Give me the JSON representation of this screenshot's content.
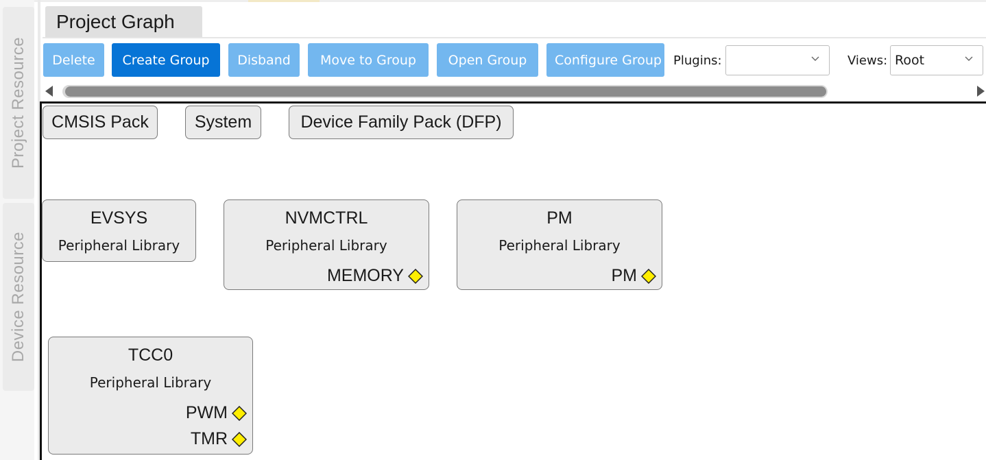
{
  "side_tabs": {
    "project_resource": "Project Resource",
    "device_resource": "Device Resource"
  },
  "header": {
    "title": "Project Graph"
  },
  "toolbar": {
    "delete": "Delete",
    "create_group": "Create Group",
    "disband": "Disband",
    "move_to_group": "Move to Group",
    "open_group": "Open Group",
    "configure_group": "Configure Group",
    "plugins_label": "Plugins:",
    "plugins_value": "",
    "views_label": "Views:",
    "views_value": "Root"
  },
  "groups": {
    "cmsis": "CMSIS Pack",
    "system": "System",
    "dfp": "Device Family Pack (DFP)"
  },
  "nodes": {
    "evsys": {
      "title": "EVSYS",
      "subtitle": "Peripheral Library"
    },
    "nvmctrl": {
      "title": "NVMCTRL",
      "subtitle": "Peripheral Library",
      "port": "MEMORY"
    },
    "pm": {
      "title": "PM",
      "subtitle": "Peripheral Library",
      "port": "PM"
    },
    "tcc0": {
      "title": "TCC0",
      "subtitle": "Peripheral Library",
      "ports": [
        "PWM",
        "TMR"
      ]
    }
  },
  "colors": {
    "button": "#73b7ef",
    "button_primary": "#0774d6",
    "port_diamond": "#ffee00"
  }
}
